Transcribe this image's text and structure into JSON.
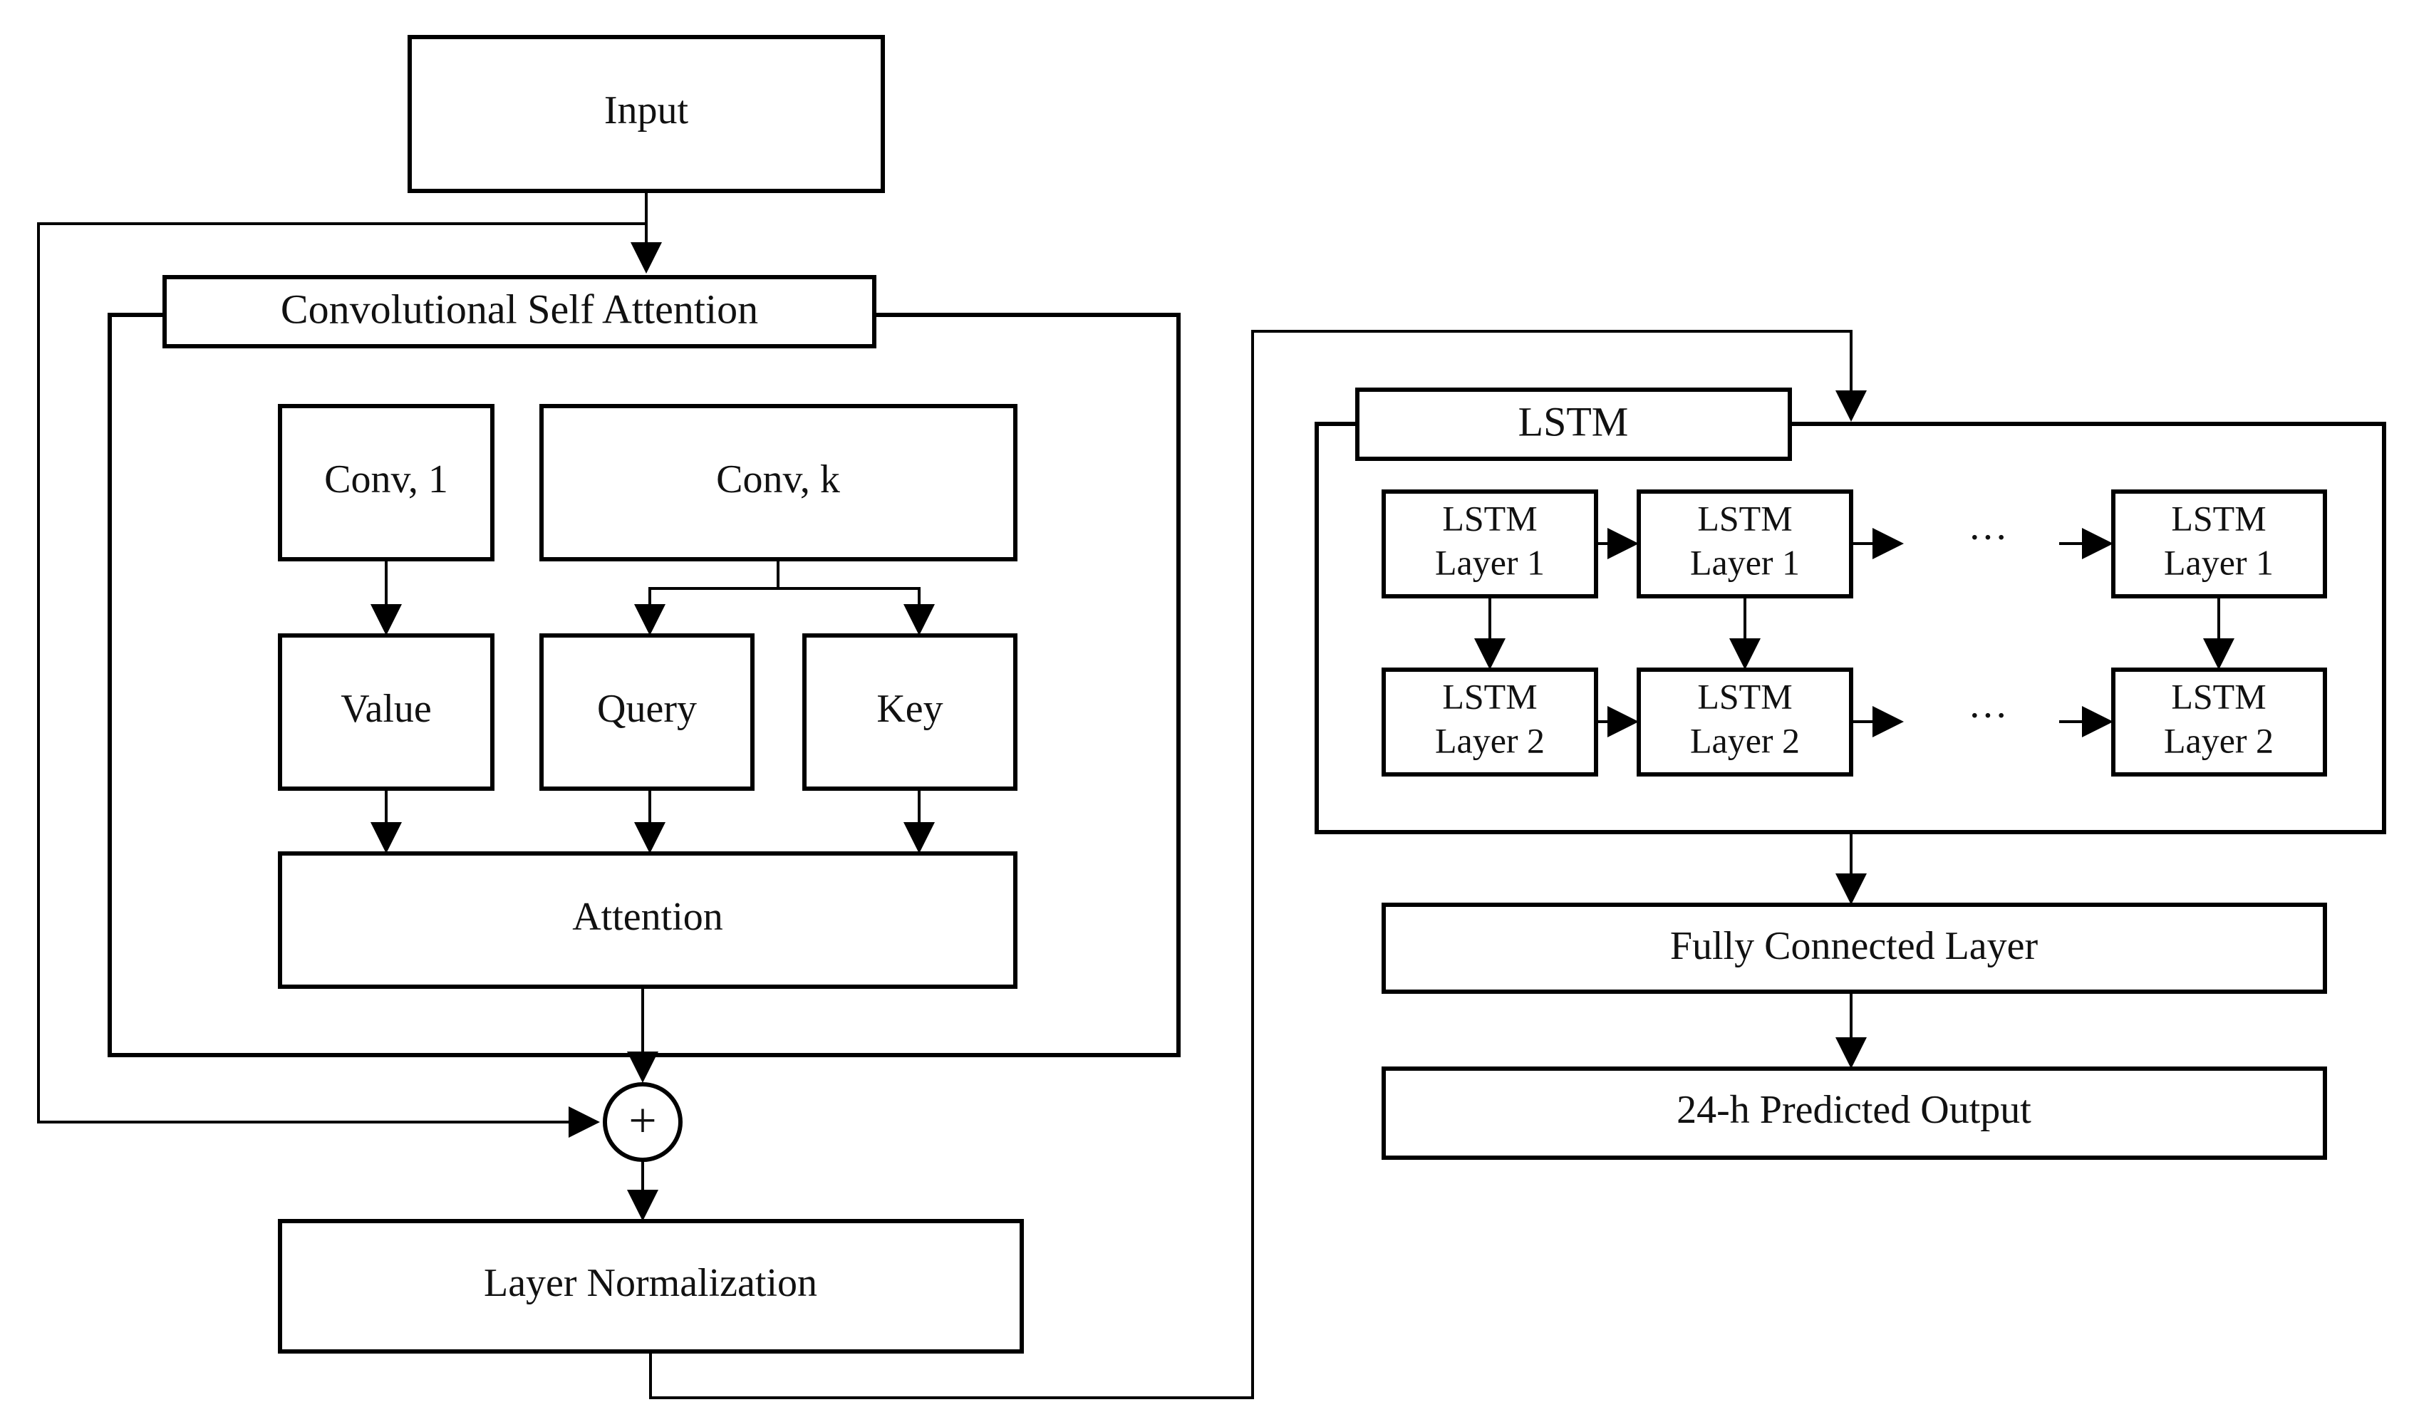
{
  "diagram": {
    "input": "Input",
    "csa_title": "Convolutional  Self Attention",
    "conv1": "Conv, 1",
    "convk": "Conv, k",
    "value": "Value",
    "query": "Query",
    "key": "Key",
    "attention": "Attention",
    "add_symbol": "+",
    "layer_norm": "Layer Normalization",
    "lstm_title": "LSTM",
    "lstm_word": "LSTM",
    "layer1": "Layer 1",
    "layer2": "Layer 2",
    "ellipsis": "···",
    "fully_connected": "Fully Connected Layer",
    "output": "24-h Predicted Output"
  }
}
